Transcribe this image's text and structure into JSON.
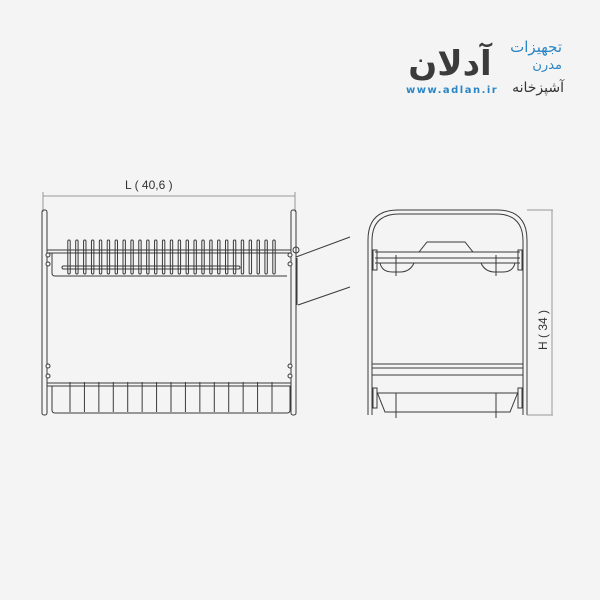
{
  "logo": {
    "brand": "آدلان",
    "line1": "تجهیزات",
    "line2": "مدرن",
    "line3": "آشپزخانه",
    "url": "www.adlan.ir"
  },
  "front_view": {
    "dimension_label": "L   ( 40,6 )",
    "upper_tine_count": 27,
    "lower_bar_count": 15
  },
  "side_view": {
    "dimension_label": "H  ( 34 )"
  },
  "colors": {
    "line": "#3a3a3a",
    "brand_blue": "#2b86c5",
    "background": "#f4f4f4"
  }
}
